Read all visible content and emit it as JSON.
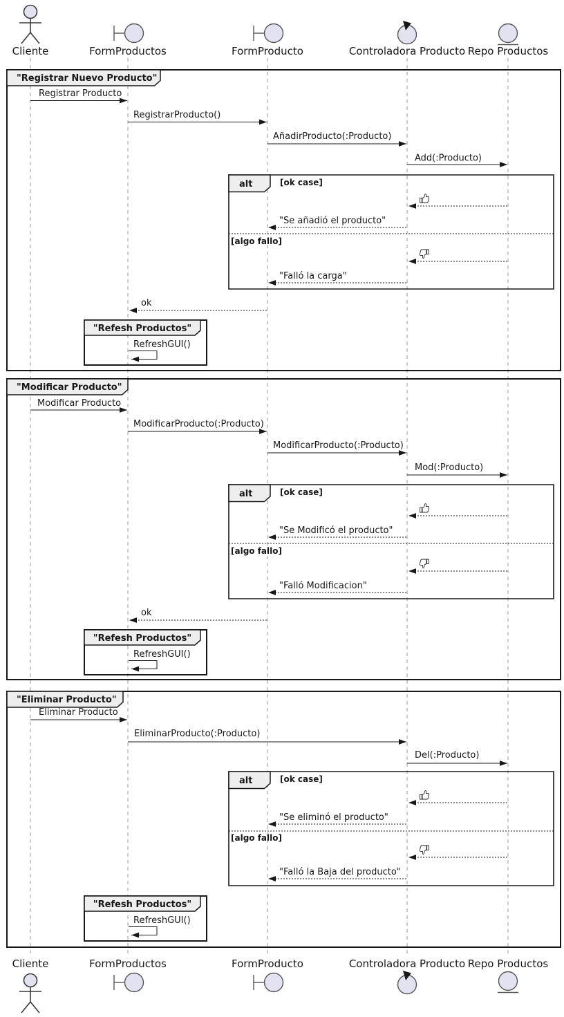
{
  "colors": {
    "icon_fill": "#E2E2F0",
    "tab_fill": "#EEEEEE",
    "line": "#181818",
    "lifeline": "#999999"
  },
  "participants": [
    {
      "label": "Cliente",
      "kind": "actor"
    },
    {
      "label": "FormProductos",
      "kind": "boundary"
    },
    {
      "label": "FormProducto",
      "kind": "boundary"
    },
    {
      "label": "Controladora Producto",
      "kind": "control"
    },
    {
      "label": "Repo Productos",
      "kind": "entity"
    }
  ],
  "frames": [
    {
      "title": "\"Registrar Nuevo Producto\"",
      "messages": {
        "m1": "Registrar Producto",
        "m2": "RegistrarProducto()",
        "m3": "AñadirProducto(:Producto)",
        "m4": "Add(:Producto)"
      },
      "alt": {
        "operator": "alt",
        "guard_ok": "[ok case]",
        "guard_fail": "[algo fallo]",
        "ok_icon": "thumbs-up",
        "fail_icon": "thumbs-down",
        "ok_reply": "\"Se añadió el producto\"",
        "fail_reply": "\"Falló la carga\""
      },
      "return_ok": "ok",
      "refresh": {
        "title": "\"Refesh Productos\"",
        "message": "RefreshGUI()"
      }
    },
    {
      "title": "\"Modificar Producto\"",
      "messages": {
        "m1": "Modificar Producto",
        "m2": "ModificarProducto(:Producto)",
        "m3": "ModificarProducto(:Producto)",
        "m4": "Mod(:Producto)"
      },
      "alt": {
        "operator": "alt",
        "guard_ok": "[ok case]",
        "guard_fail": "[algo fallo]",
        "ok_icon": "thumbs-up",
        "fail_icon": "thumbs-down",
        "ok_reply": "\"Se Modificó el producto\"",
        "fail_reply": "\"Falló Modificacion\""
      },
      "return_ok": "ok",
      "refresh": {
        "title": "\"Refesh Productos\"",
        "message": "RefreshGUI()"
      }
    },
    {
      "title": "\"Eliminar Producto\"",
      "messages": {
        "m1": "Eliminar Producto",
        "m2": "EliminarProducto(:Producto)",
        "m3": "Del(:Producto)"
      },
      "alt": {
        "operator": "alt",
        "guard_ok": "[ok case]",
        "guard_fail": "[algo fallo]",
        "ok_icon": "thumbs-up",
        "fail_icon": "thumbs-down",
        "ok_reply": "\"Se eliminó el producto\"",
        "fail_reply": "\"Falló la Baja del producto\""
      },
      "refresh": {
        "title": "\"Refesh Productos\"",
        "message": "RefreshGUI()"
      }
    }
  ]
}
